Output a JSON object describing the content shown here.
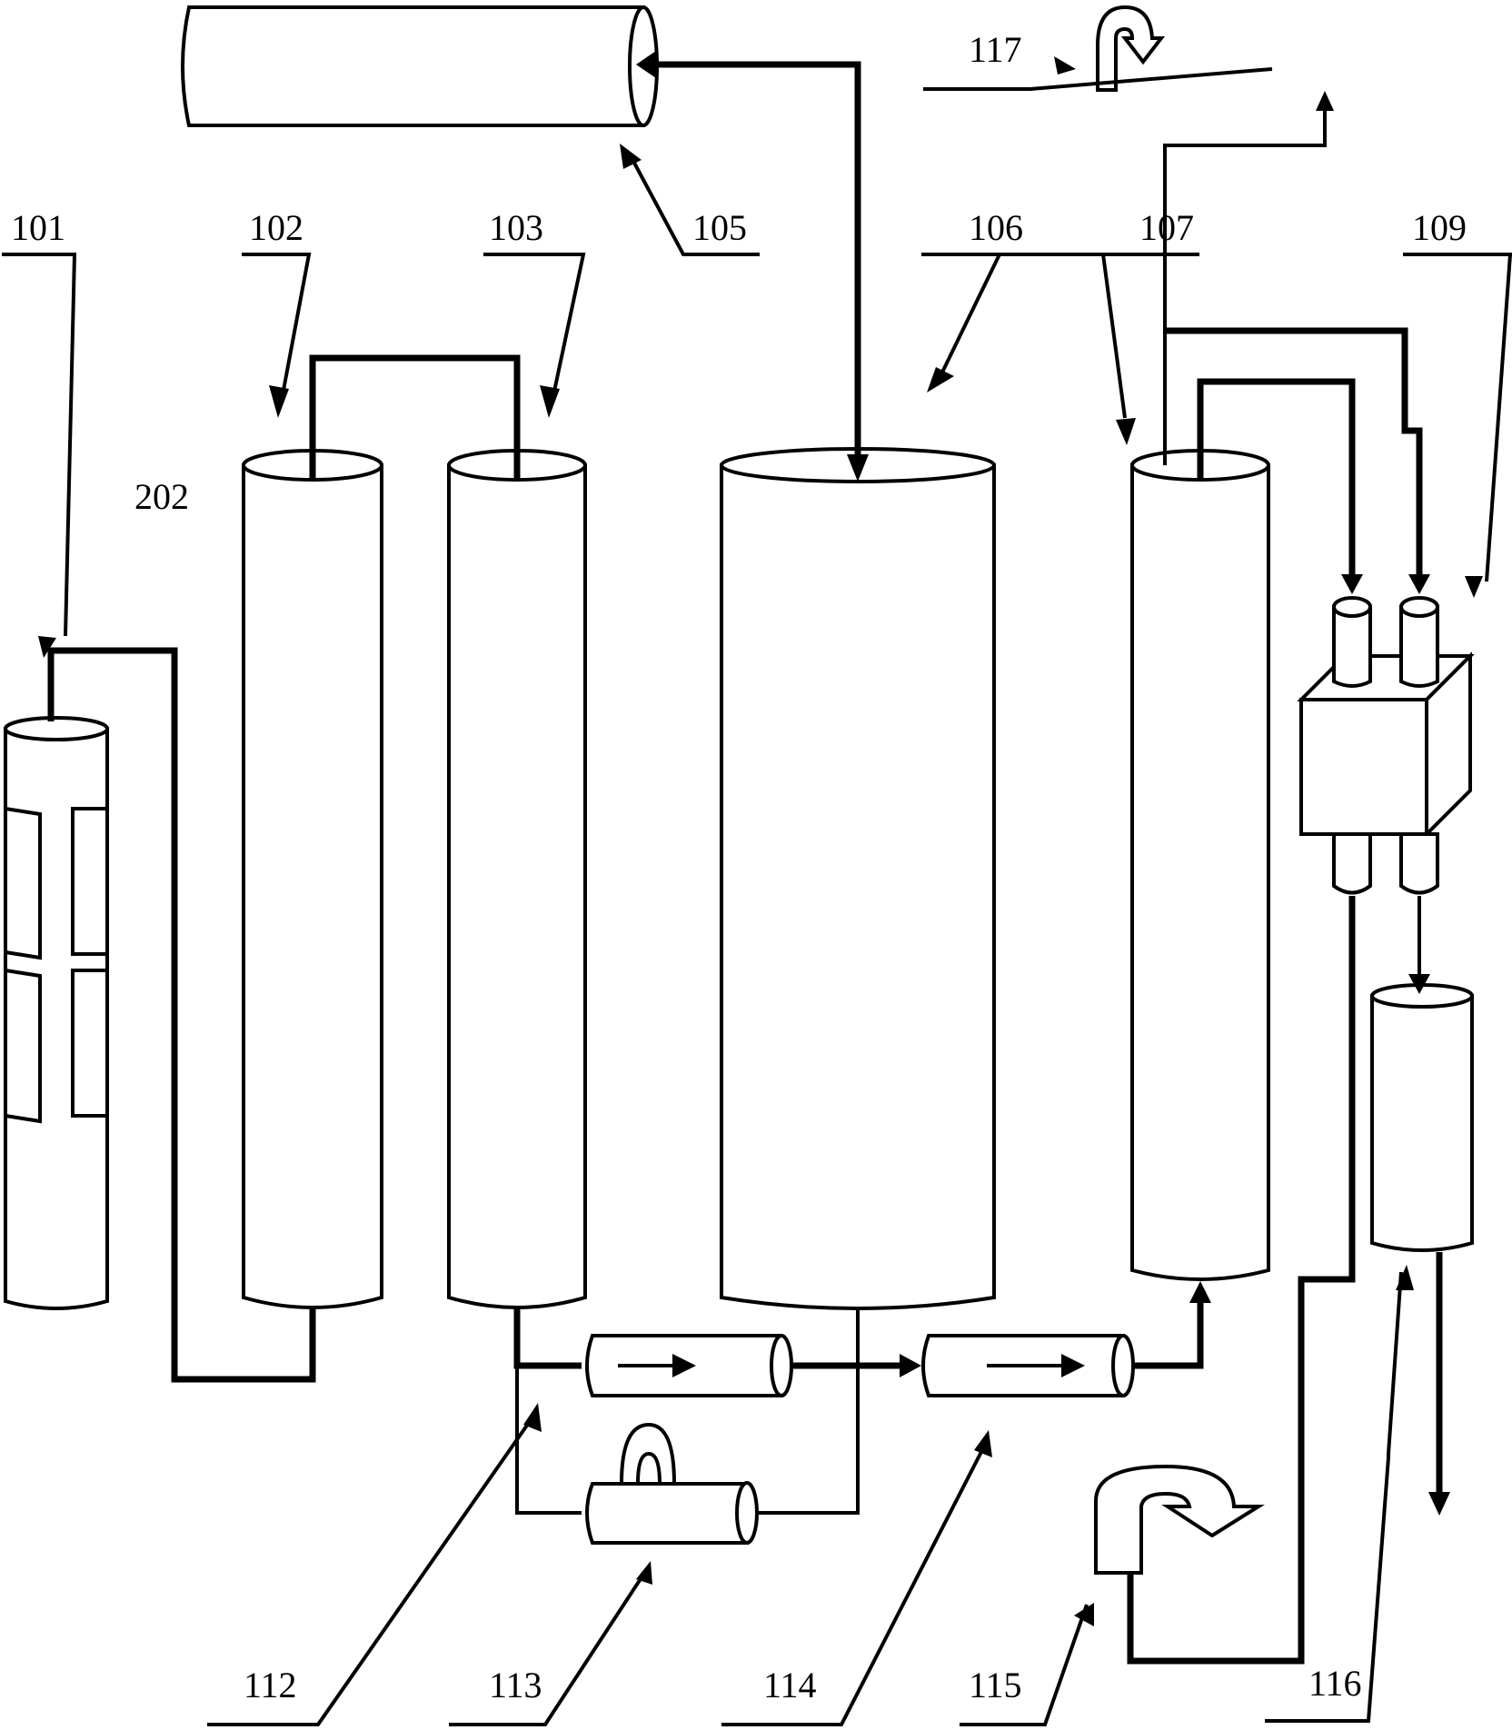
{
  "diagram": {
    "description": "Process flow schematic of columns, pumps, filters and reservoir connected by piping",
    "stroke_color": "#000000",
    "background_color": "#ffffff",
    "labels": [
      {
        "id": "101",
        "text": "101",
        "target": "small column with internal baffles"
      },
      {
        "id": "102",
        "text": "102",
        "target": "column 102"
      },
      {
        "id": "103",
        "text": "103",
        "target": "column 103"
      },
      {
        "id": "105",
        "text": "105",
        "target": "horizontal storage tank"
      },
      {
        "id": "106",
        "text": "106",
        "target": "large central column"
      },
      {
        "id": "107",
        "text": "107",
        "target": "column 107"
      },
      {
        "id": "109",
        "text": "109",
        "target": "cube module with two inlets and two outlets"
      },
      {
        "id": "112",
        "text": "112",
        "target": "inline flow meter (upper-left)"
      },
      {
        "id": "113",
        "text": "113",
        "target": "pump with handle"
      },
      {
        "id": "114",
        "text": "114",
        "target": "inline flow meter (right)"
      },
      {
        "id": "115",
        "text": "115",
        "target": "bottom recirculation pipe / valve"
      },
      {
        "id": "116",
        "text": "116",
        "target": "collection vessel"
      },
      {
        "id": "117",
        "text": "117",
        "target": "top outlet pipe / valve"
      },
      {
        "id": "202",
        "text": "202",
        "target": "unassigned annotation"
      }
    ]
  }
}
